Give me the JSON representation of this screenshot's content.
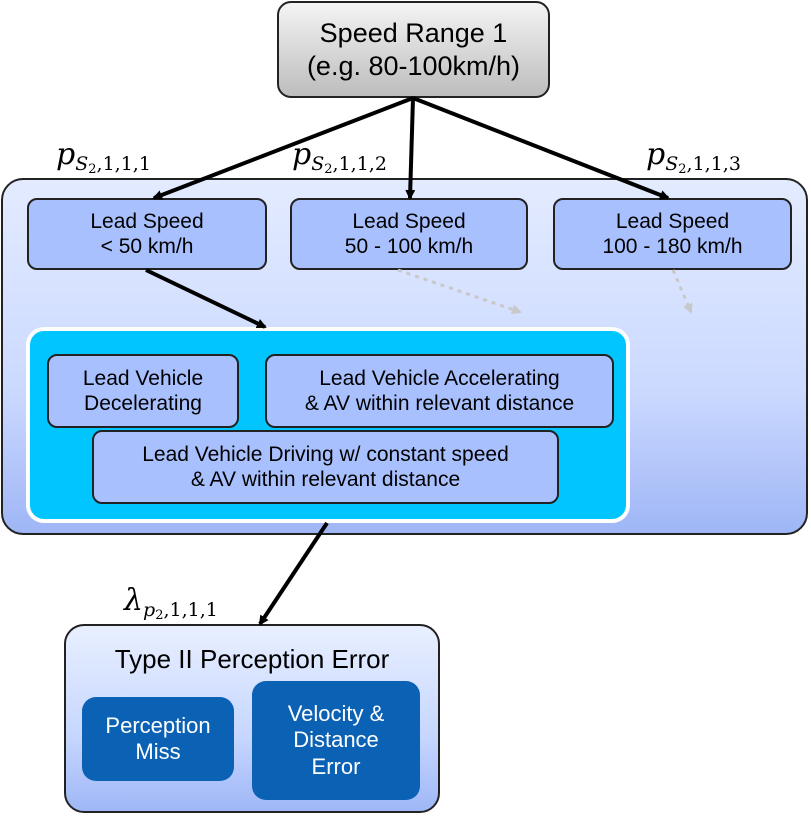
{
  "root": {
    "line1": "Speed Range 1",
    "line2": "(e.g. 80-100km/h)"
  },
  "lead_speeds": [
    {
      "line1": "Lead Speed",
      "line2": "< 50 km/h"
    },
    {
      "line1": "Lead Speed",
      "line2": "50 - 100 km/h"
    },
    {
      "line1": "Lead Speed",
      "line2": "100 - 180 km/h"
    }
  ],
  "branch_probabilities": [
    {
      "symbol": "p",
      "sub": "S",
      "subsub": "2",
      "rest": ",1,1,1"
    },
    {
      "symbol": "p",
      "sub": "S",
      "subsub": "2",
      "rest": ",1,1,2"
    },
    {
      "symbol": "p",
      "sub": "S",
      "subsub": "2",
      "rest": ",1,1,3"
    }
  ],
  "behaviors": {
    "decelerating": {
      "line1": "Lead Vehicle",
      "line2": "Decelerating"
    },
    "accelerating": {
      "line1": "Lead Vehicle Accelerating",
      "line2": "& AV within relevant distance"
    },
    "constant": {
      "line1": "Lead Vehicle Driving w/ constant speed",
      "line2": "& AV within relevant distance"
    }
  },
  "error_rate": {
    "symbol": "λ",
    "sub": "p",
    "subsub": "2",
    "rest": ",1,1,1"
  },
  "error": {
    "title": "Type II Perception Error",
    "miss": {
      "line1": "Perception",
      "line2": "Miss"
    },
    "velocity": {
      "line1": "Velocity &",
      "line2": "Distance",
      "line3": "Error"
    }
  },
  "colors": {
    "node_fill": "#a9c0ff",
    "behavior_panel": "#00c5ff",
    "error_node": "#0b61b4",
    "dashed_arrow": "#c8c8c8"
  }
}
